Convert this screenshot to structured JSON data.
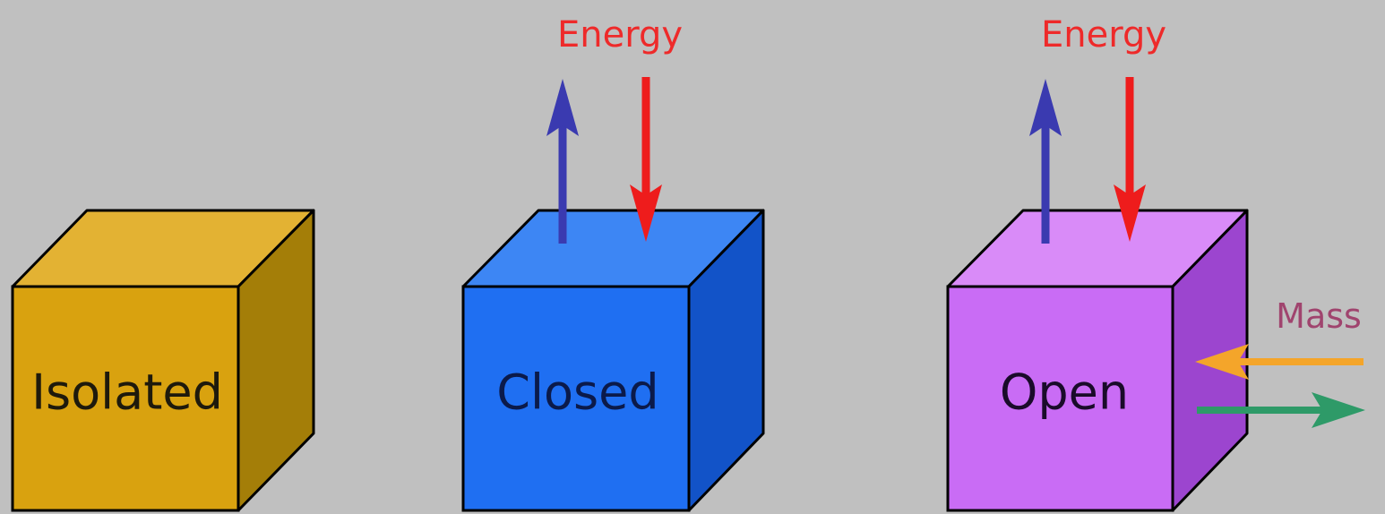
{
  "systems": [
    {
      "label": "Isolated",
      "colors": {
        "front": "#d9a20f",
        "top": "#e3b233",
        "side": "#a47e08",
        "text": "#1e1a0c"
      }
    },
    {
      "label": "Closed",
      "energy_label": "Energy",
      "colors": {
        "front": "#1f6ff2",
        "top": "#3d86f4",
        "side": "#1253c8",
        "text": "#0b1a4a"
      }
    },
    {
      "label": "Open",
      "energy_label": "Energy",
      "mass_label": "Mass",
      "colors": {
        "front": "#c96cf5",
        "top": "#d98bf8",
        "side": "#9c45cf",
        "text": "#1a0b2a"
      }
    }
  ],
  "arrow_colors": {
    "energy_out": "#3a3ab0",
    "energy_in": "#ee1c1c",
    "mass_in": "#f4a52a",
    "mass_out": "#2e9a68"
  }
}
